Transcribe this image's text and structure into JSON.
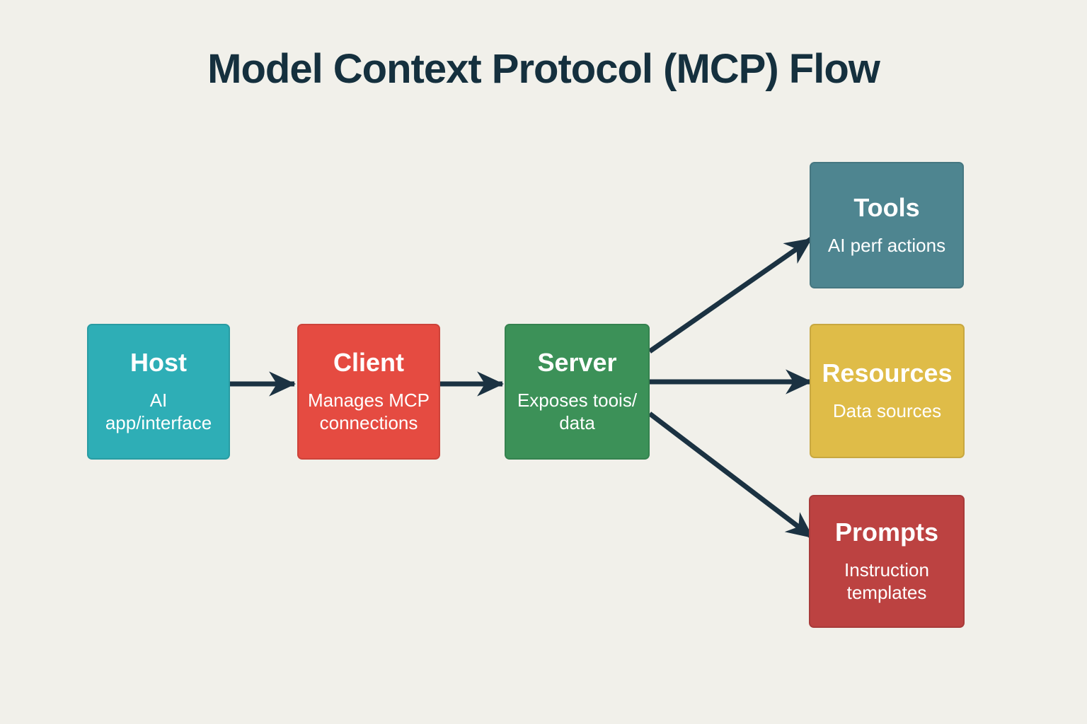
{
  "title": "Model Context Protocol (MCP) Flow",
  "colors": {
    "background": "#F1F0EA",
    "title_text": "#15303E",
    "arrow": "#1B3242",
    "node_text": "#FFFFFF",
    "host": "#2EAEB6",
    "client": "#E54B41",
    "server": "#3C9158",
    "tools": "#4E8590",
    "resources": "#DFBC48",
    "prompts": "#BC4241"
  },
  "nodes": {
    "host": {
      "label": "Host",
      "sublabel": "AI app/interface"
    },
    "client": {
      "label": "Client",
      "sublabel": "Manages MCP connections"
    },
    "server": {
      "label": "Server",
      "sublabel": "Exposes toois/ data"
    },
    "tools": {
      "label": "Tools",
      "sublabel": "AI perf actions"
    },
    "resources": {
      "label": "Resources",
      "sublabel": "Data sources"
    },
    "prompts": {
      "label": "Prompts",
      "sublabel": "Instruction templates"
    }
  },
  "edges": [
    {
      "from": "Host",
      "to": "Client"
    },
    {
      "from": "Client",
      "to": "Server"
    },
    {
      "from": "Server",
      "to": "Tools"
    },
    {
      "from": "Server",
      "to": "Resources"
    },
    {
      "from": "Server",
      "to": "Prompts"
    }
  ]
}
